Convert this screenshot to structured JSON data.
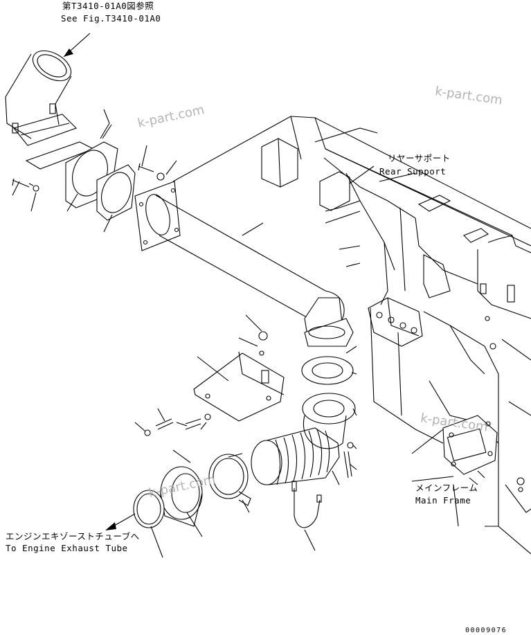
{
  "labels": {
    "ref_fig_jp": "第T3410-01A0図参照",
    "ref_fig_en": "See Fig.T3410-01A0",
    "rear_support_jp": "リヤーサポート",
    "rear_support_en": "Rear Support",
    "main_frame_jp": "メインフレーム",
    "main_frame_en": "Main Frame",
    "exhaust_tube_jp": "エンジンエキゾーストチューブへ",
    "exhaust_tube_en": "To Engine Exhaust Tube"
  },
  "watermarks": [
    "k-part.com",
    "k-part.com",
    "k-part.com",
    "k-part.com"
  ],
  "drawing_code": "00009076"
}
